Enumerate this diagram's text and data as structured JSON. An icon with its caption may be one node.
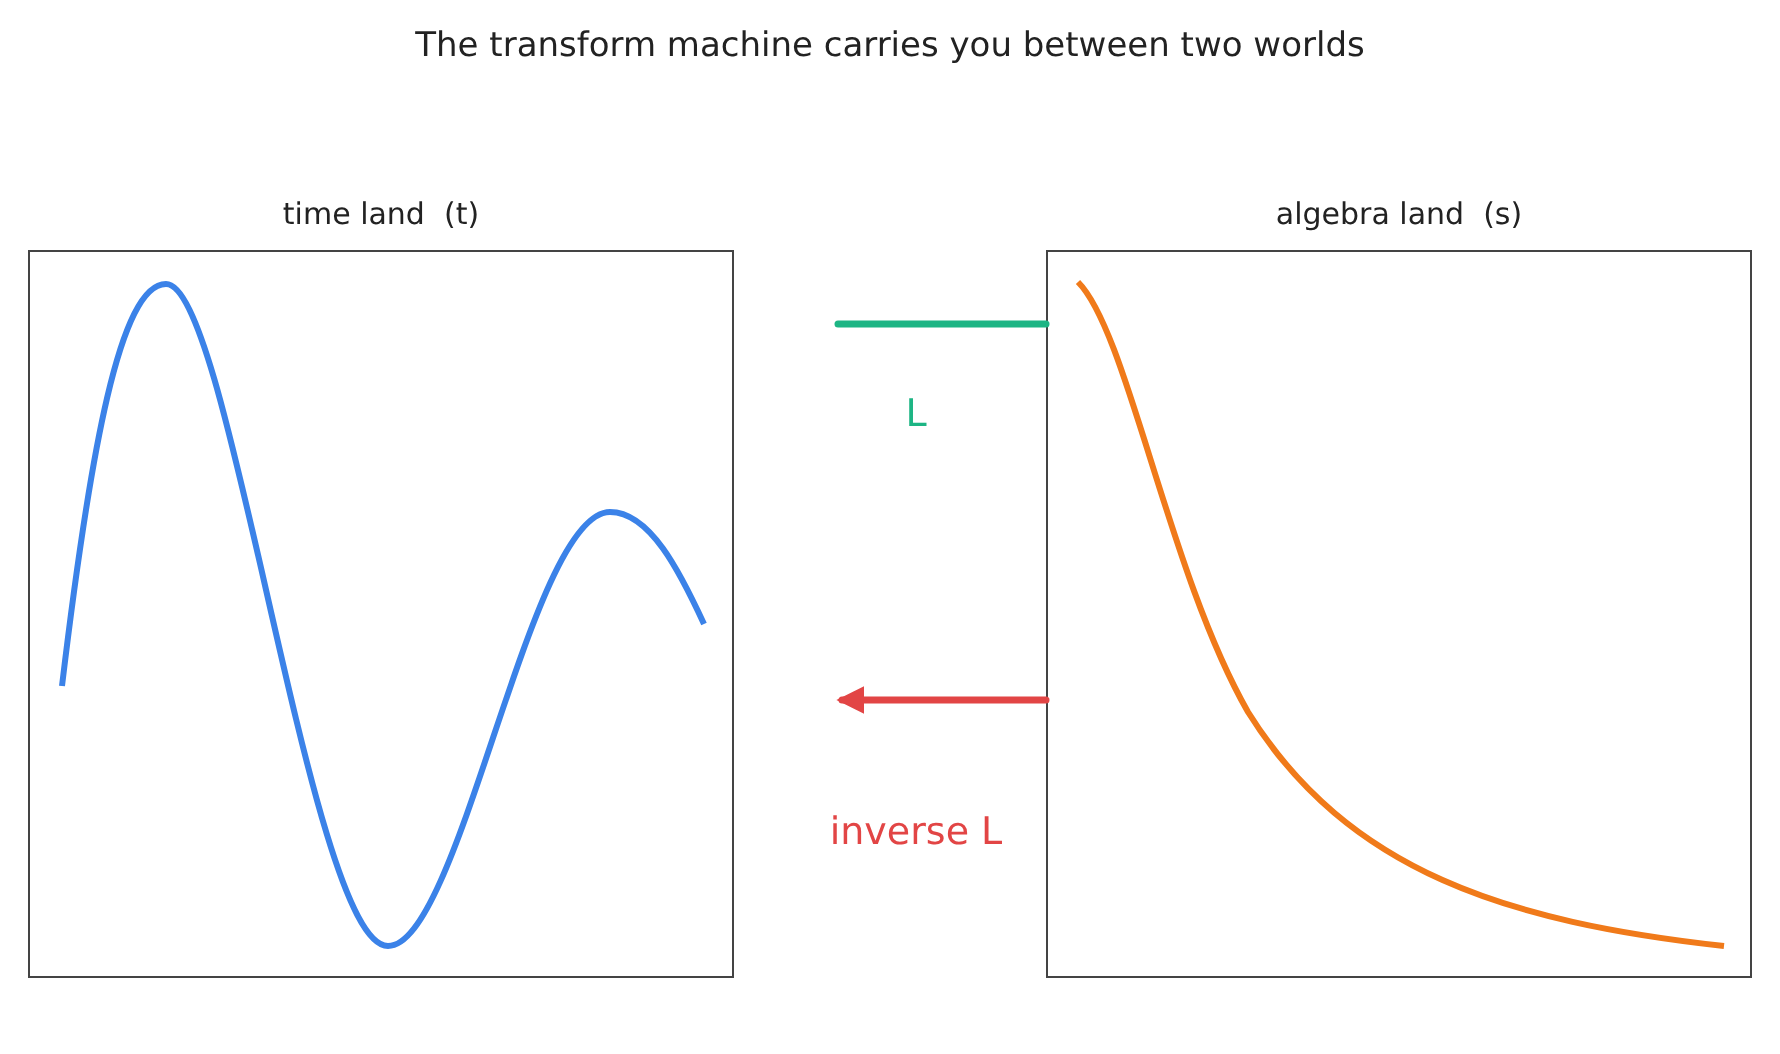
{
  "diagram": {
    "title": "The transform machine carries you between two worlds",
    "nodes": [
      {
        "text": [
          "time land  (t)"
        ]
      },
      {
        "text": [
          "algebra land  (s)"
        ]
      }
    ],
    "edges": [
      {
        "from": null,
        "to": 1,
        "arrow": "none",
        "label": "L",
        "color": "#1db584"
      },
      {
        "from": 1,
        "to": null,
        "arrow": "to",
        "label": "inverse L",
        "color": "#e24545"
      }
    ]
  }
}
